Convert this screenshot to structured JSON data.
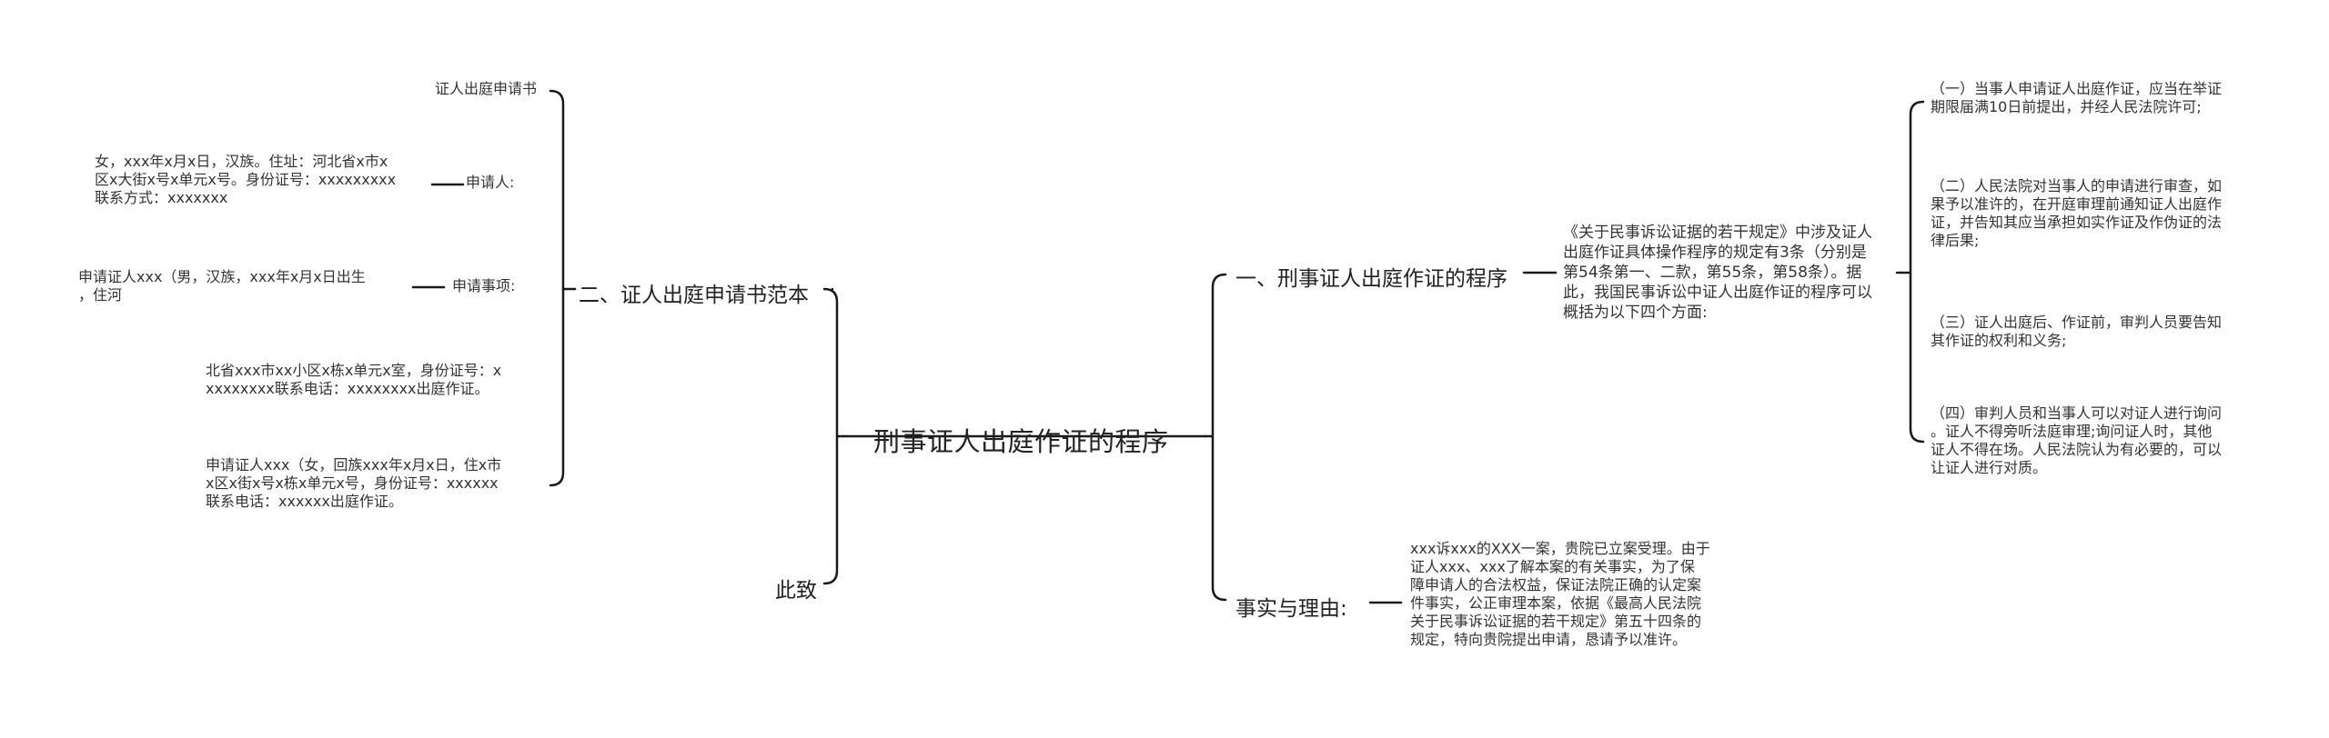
{
  "root": {
    "title": "刑事证人出庭作证的程序"
  },
  "left": {
    "template": {
      "label": "二、证人出庭申请书范本",
      "items": [
        {
          "label": "证人出庭申请书"
        },
        {
          "label": "申请人:",
          "detail": "女，xxx年x月x日，汉族。住址：河北省x市x\n区x大街x号x单元x号。身份证号：xxxxxxxxx\n联系方式：xxxxxxx"
        },
        {
          "label": "申请事项:",
          "detail": "申请证人xxx（男，汉族，xxx年x月x日出生\n，住河"
        },
        {
          "detail": "北省xxx市xx小区x栋x单元x室，身份证号：x\nxxxxxxxx联系电话：xxxxxxxx出庭作证。"
        },
        {
          "detail": "申请证人xxx（女，回族xxx年x月x日，住x市\nx区x街x号x栋x单元x号，身份证号：xxxxxx\n联系电话：xxxxxx出庭作证。"
        }
      ]
    },
    "closing": {
      "label": "此致"
    }
  },
  "right": {
    "procedure": {
      "label": "一、刑事证人出庭作证的程序",
      "intro": "《关于民事诉讼证据的若干规定》中涉及证人\n出庭作证具体操作程序的规定有3条（分别是\n第54条第一、二款，第55条，第58条）。据\n此，我国民事诉讼中证人出庭作证的程序可以\n概括为以下四个方面:",
      "points": [
        "（一）当事人申请证人出庭作证，应当在举证\n期限届满10日前提出，并经人民法院许可;",
        "（二）人民法院对当事人的申请进行审查，如\n果予以准许的，在开庭审理前通知证人出庭作\n证，并告知其应当承担如实作证及作伪证的法\n律后果;",
        "（三）证人出庭后、作证前，审判人员要告知\n其作证的权利和义务;",
        "（四）审判人员和当事人可以对证人进行询问\n。证人不得旁听法庭审理;询问证人时，其他\n证人不得在场。人民法院认为有必要的，可以\n让证人进行对质。"
      ]
    },
    "facts": {
      "label": "事实与理由:",
      "body": "xxx诉xxx的XXX一案，贵院已立案受理。由于\n证人xxx、xxx了解本案的有关事实，为了保\n障申请人的合法权益，保证法院正确的认定案\n件事实，公正审理本案，依据《最高人民法院\n关于民事诉讼证据的若干规定》第五十四条的\n规定，特向贵院提出申请，恳请予以准许。"
    }
  }
}
